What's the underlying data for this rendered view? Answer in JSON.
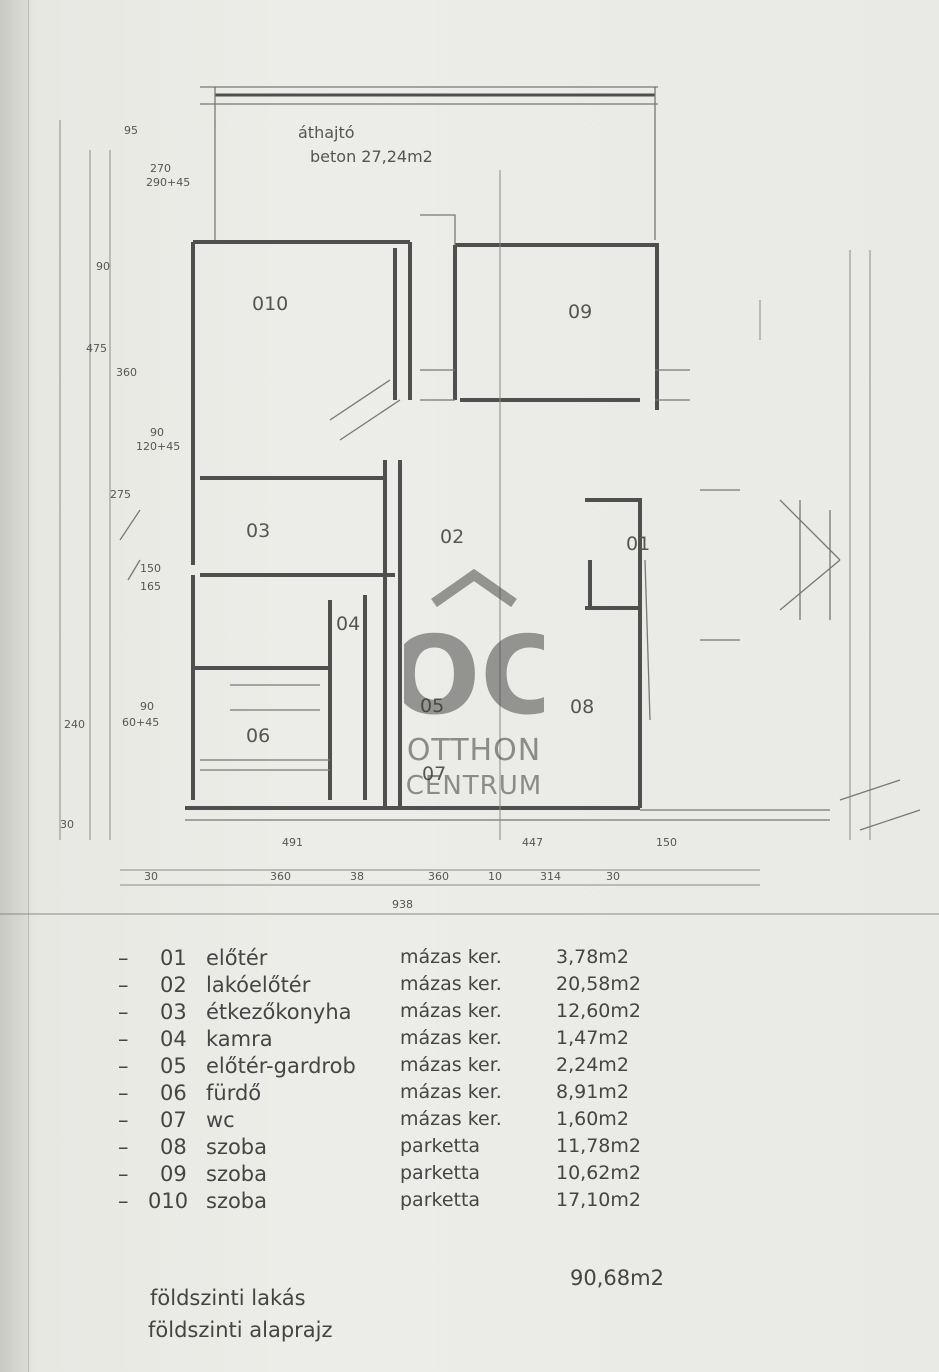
{
  "plan": {
    "driveway_label": "áthajtó",
    "driveway_area": "beton 27,24m2",
    "rooms": [
      "010",
      "09",
      "03",
      "02",
      "01",
      "04",
      "08",
      "06",
      "05",
      "07"
    ],
    "bottom_dims": [
      "30",
      "360",
      "38",
      "360",
      "10",
      "314",
      "30",
      "938",
      "491",
      "447",
      "150"
    ],
    "left_dims": [
      "95",
      "270",
      "290+45",
      "90",
      "475",
      "360",
      "90",
      "120+45",
      "275",
      "150",
      "165",
      "90",
      "60+45",
      "240",
      "30"
    ]
  },
  "legend": [
    {
      "dash": "–",
      "num": "01",
      "name": "előtér",
      "finish": "mázas ker.",
      "area": "3,78m2"
    },
    {
      "dash": "–",
      "num": "02",
      "name": "lakóelőtér",
      "finish": "mázas ker.",
      "area": "20,58m2"
    },
    {
      "dash": "–",
      "num": "03",
      "name": "étkezőkonyha",
      "finish": "mázas ker.",
      "area": "12,60m2"
    },
    {
      "dash": "–",
      "num": "04",
      "name": "kamra",
      "finish": "mázas ker.",
      "area": "1,47m2"
    },
    {
      "dash": "–",
      "num": "05",
      "name": "előtér-gardrob",
      "finish": "mázas ker.",
      "area": "2,24m2"
    },
    {
      "dash": "–",
      "num": "06",
      "name": "fürdő",
      "finish": "mázas ker.",
      "area": "8,91m2"
    },
    {
      "dash": "–",
      "num": "07",
      "name": "wc",
      "finish": "mázas ker.",
      "area": "1,60m2"
    },
    {
      "dash": "–",
      "num": "08",
      "name": "szoba",
      "finish": "parketta",
      "area": "11,78m2"
    },
    {
      "dash": "–",
      "num": "09",
      "name": "szoba",
      "finish": "parketta",
      "area": "10,62m2"
    },
    {
      "dash": "–",
      "num": "010",
      "name": "szoba",
      "finish": "parketta",
      "area": "17,10m2"
    }
  ],
  "total_area": "90,68m2",
  "title_line1": "földszinti lakás",
  "title_line2": "földszinti alaprajz",
  "logo": {
    "mark": "OC",
    "line1": "OTTHON",
    "line2": "CENTRUM"
  }
}
